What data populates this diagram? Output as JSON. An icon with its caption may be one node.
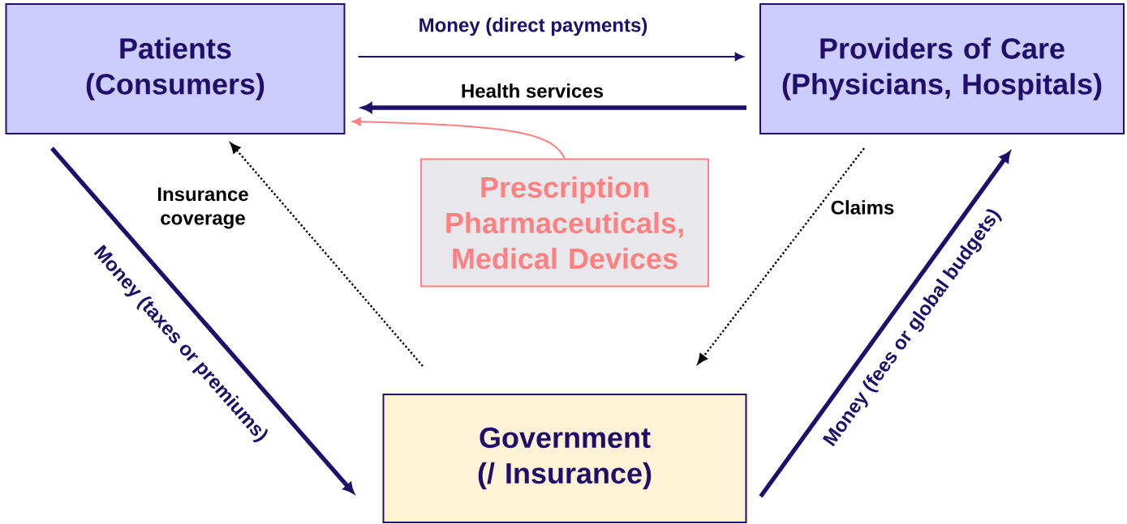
{
  "diagram": {
    "nodes": [
      {
        "text": [
          "Patients (Consumers)"
        ]
      },
      {
        "text": [
          "Providers of Care (Physicians, Hospitals)"
        ]
      },
      {
        "text": [
          "Prescription Pharmaceuticals, Medical Devices"
        ]
      },
      {
        "text": [
          "Government (/ Insurance)"
        ]
      }
    ],
    "edges": [
      {
        "from": 0,
        "to": 1,
        "arrow": "to",
        "label": "Money (direct payments)"
      },
      {
        "from": 1,
        "to": 0,
        "arrow": "to",
        "label": "Health services",
        "style": "thick"
      },
      {
        "from": 2,
        "to": 0,
        "arrow": "to",
        "color": "#ff8080"
      },
      {
        "from": 3,
        "to": 0,
        "arrow": "to",
        "label": "Insurance coverage",
        "style": "dashed",
        "color": "#000000"
      },
      {
        "from": 1,
        "to": 3,
        "arrow": "to",
        "label": "Claims",
        "style": "dashed",
        "color": "#000000"
      },
      {
        "from": 0,
        "to": 3,
        "arrow": "to",
        "label": "Money (taxes or premiums)",
        "style": "thick"
      },
      {
        "from": 3,
        "to": 1,
        "arrow": "to",
        "label": "Money (fees or global budgets)",
        "style": "thick"
      }
    ]
  }
}
